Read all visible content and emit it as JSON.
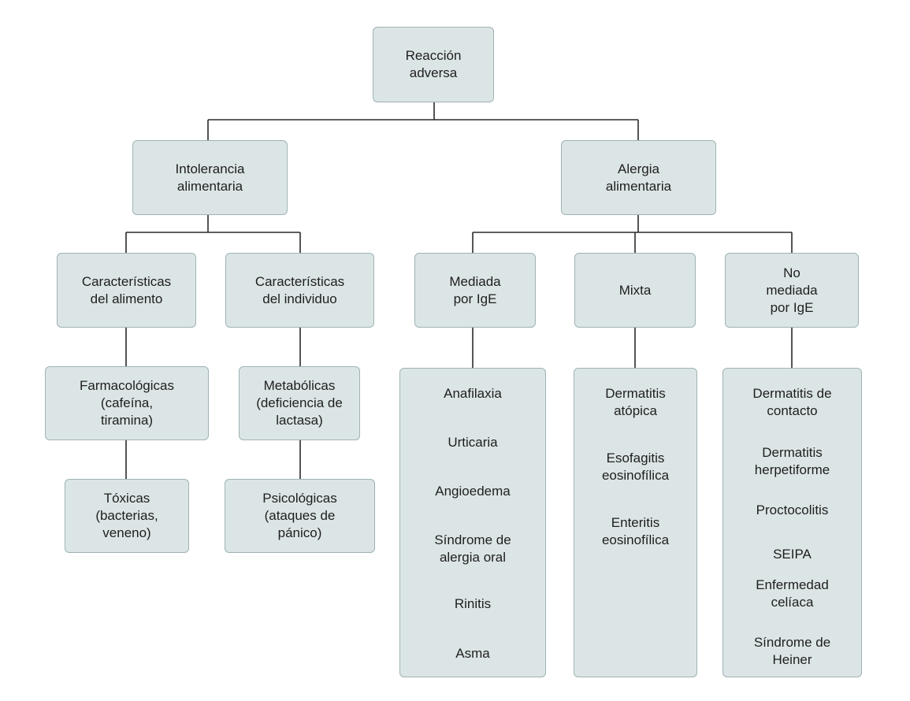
{
  "root": [
    "Reacción",
    "adversa"
  ],
  "intolerance": [
    "Intolerancia",
    "alimentaria"
  ],
  "allergy": [
    "Alergia",
    "alimentaria"
  ],
  "food_characteristics": [
    "Características",
    "del alimento"
  ],
  "individual_characteristics": [
    "Características",
    "del individuo"
  ],
  "pharmacological": [
    "Farmacológicas",
    "(cafeína,",
    "tiramina)"
  ],
  "toxic": [
    "Tóxicas",
    "(bacterias,",
    "veneno)"
  ],
  "metabolic": [
    "Metabólicas",
    "(deficiencia de",
    "lactasa)"
  ],
  "psychological": [
    "Psicológicas",
    "(ataques de",
    "pánico)"
  ],
  "ige_mediated": [
    "Mediada",
    "por IgE"
  ],
  "mixed": [
    "Mixta"
  ],
  "non_ige_mediated": [
    "No",
    "mediada",
    "por IgE"
  ],
  "ige_list": [
    [
      "Anafilaxia"
    ],
    [
      "Urticaria"
    ],
    [
      "Angioedema"
    ],
    [
      "Síndrome de",
      "alergia oral"
    ],
    [
      "Rinitis"
    ],
    [
      "Asma"
    ]
  ],
  "mixed_list": [
    [
      "Dermatitis",
      "atópica"
    ],
    [
      "Esofagitis",
      "eosinofílica"
    ],
    [
      "Enteritis",
      "eosinofílica"
    ]
  ],
  "non_ige_list": [
    [
      "Dermatitis de",
      "contacto"
    ],
    [
      "Dermatitis",
      "herpetiforme"
    ],
    [
      "Proctocolitis"
    ],
    [
      "SEIPA"
    ],
    [
      "Enfermedad",
      "celíaca"
    ],
    [
      "Síndrome de",
      "Heiner"
    ]
  ]
}
